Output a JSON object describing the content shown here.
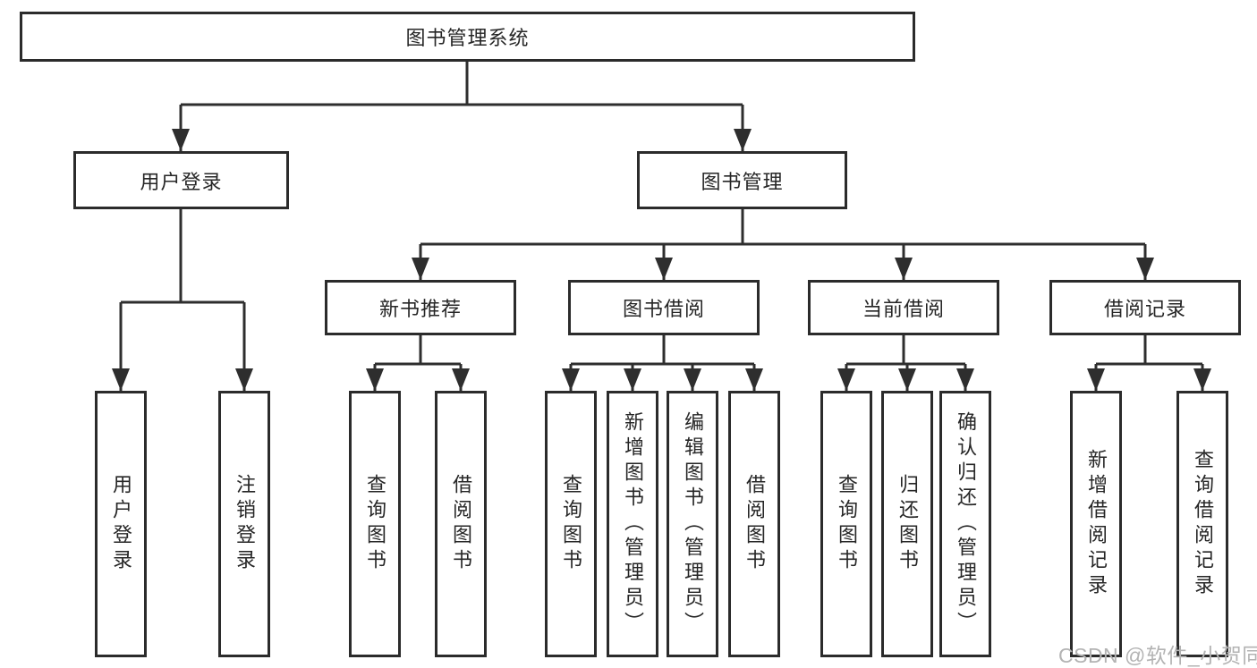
{
  "diagram": {
    "type": "hierarchy",
    "root": {
      "label": "图书管理系统"
    },
    "branches": [
      {
        "label": "用户登录",
        "children": [
          {
            "label": "用户登录"
          },
          {
            "label": "注销登录"
          }
        ]
      },
      {
        "label": "图书管理",
        "children": [
          {
            "label": "新书推荐",
            "children": [
              {
                "label": "查询图书"
              },
              {
                "label": "借阅图书"
              }
            ]
          },
          {
            "label": "图书借阅",
            "children": [
              {
                "label": "查询图书"
              },
              {
                "label": "新增图书（管理员）"
              },
              {
                "label": "编辑图书（管理员）"
              },
              {
                "label": "借阅图书"
              }
            ]
          },
          {
            "label": "当前借阅",
            "children": [
              {
                "label": "查询图书"
              },
              {
                "label": "归还图书"
              },
              {
                "label": "确认归还（管理员）"
              }
            ]
          },
          {
            "label": "借阅记录",
            "children": [
              {
                "label": "新增借阅记录"
              },
              {
                "label": "查询借阅记录"
              }
            ]
          }
        ]
      }
    ]
  },
  "watermark": {
    "text": "CSDN @软件_小贺同学"
  },
  "colors": {
    "line": "#2e2e2e",
    "box_border": "#2b2b2b",
    "text": "#262626",
    "watermark": "#b3b3b3",
    "background": "#ffffff"
  }
}
